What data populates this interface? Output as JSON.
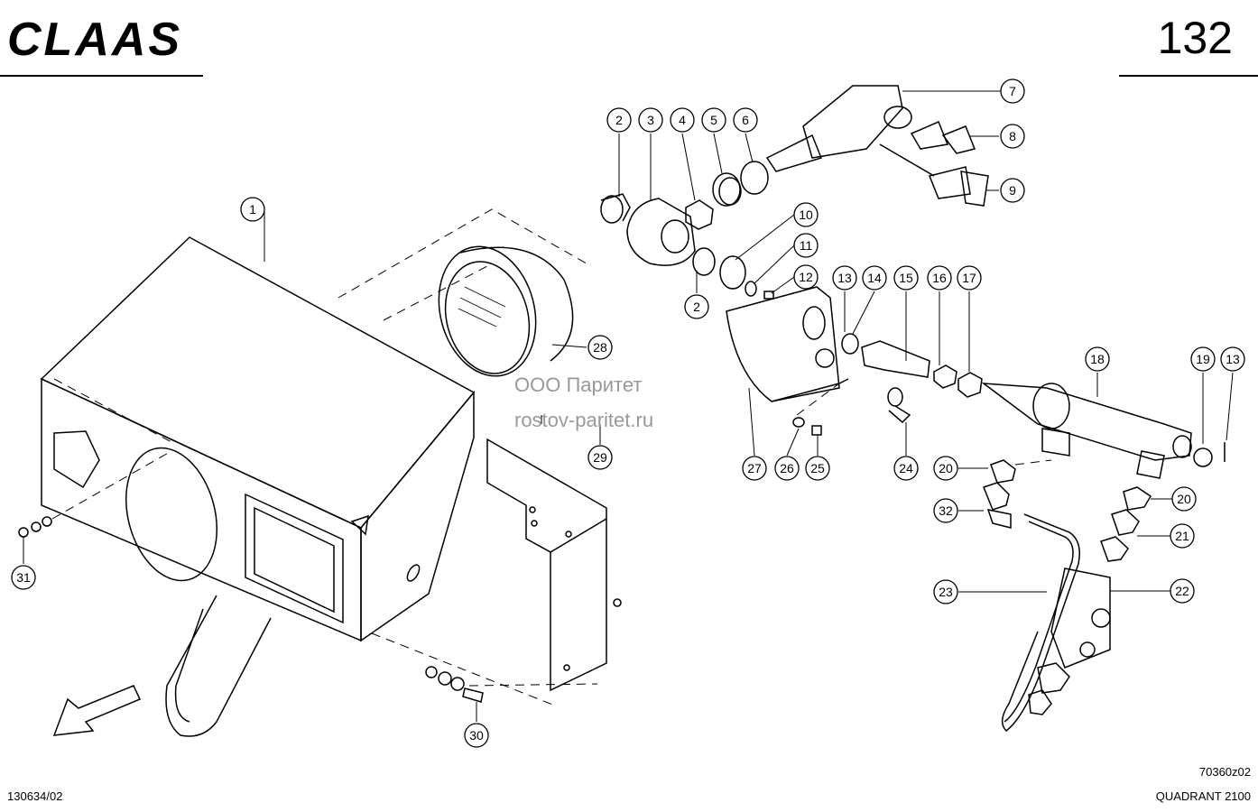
{
  "header": {
    "brand": "CLAAS",
    "page_number": "132"
  },
  "footer": {
    "drawing_no": "70360z02",
    "model": "QUADRANT 2100",
    "doc_no": "130634/02"
  },
  "watermark": {
    "line1": "ООО Паритет",
    "line2": "rostov-paritet.ru"
  },
  "callouts": [
    "1",
    "2",
    "3",
    "4",
    "5",
    "6",
    "7",
    "8",
    "9",
    "10",
    "11",
    "12",
    "2",
    "13",
    "14",
    "15",
    "16",
    "17",
    "18",
    "19",
    "13",
    "28",
    "29",
    "27",
    "26",
    "25",
    "24",
    "20",
    "20",
    "32",
    "21",
    "22",
    "23",
    "31",
    "30"
  ]
}
